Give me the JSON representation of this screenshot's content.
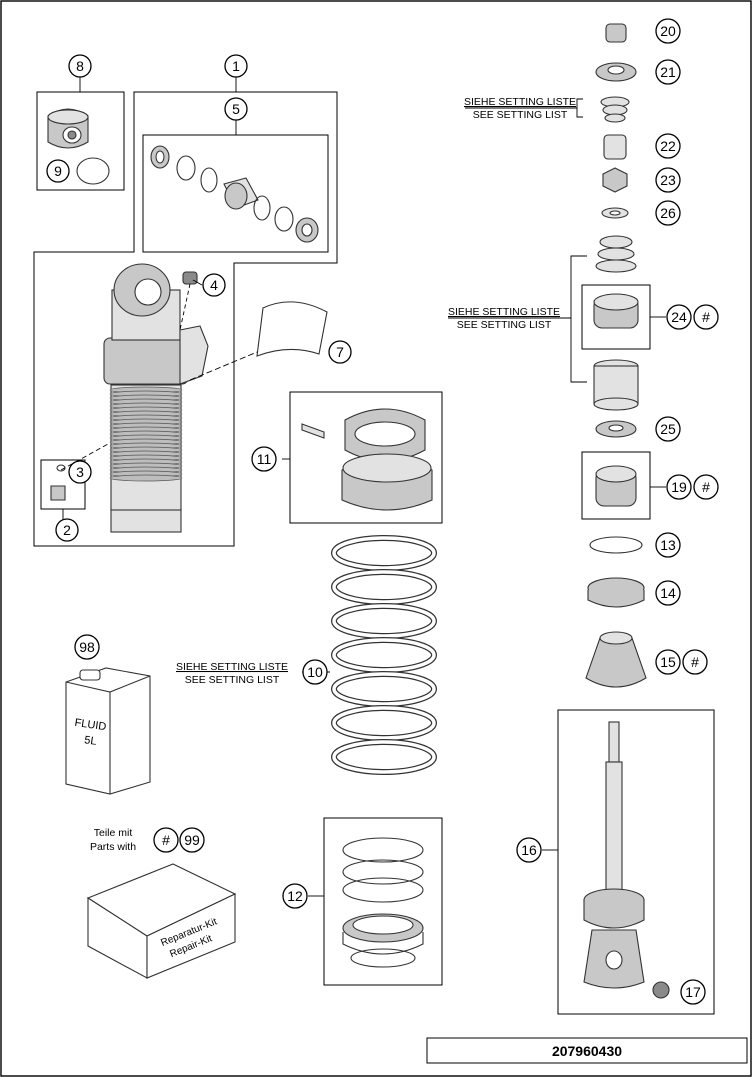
{
  "diagram": {
    "drawing_number": "207960430",
    "callouts": [
      {
        "label": "1"
      },
      {
        "label": "2"
      },
      {
        "label": "3"
      },
      {
        "label": "4"
      },
      {
        "label": "5"
      },
      {
        "label": "7"
      },
      {
        "label": "8"
      },
      {
        "label": "9"
      },
      {
        "label": "10"
      },
      {
        "label": "11"
      },
      {
        "label": "12"
      },
      {
        "label": "13"
      },
      {
        "label": "14"
      },
      {
        "label": "15"
      },
      {
        "label": "16"
      },
      {
        "label": "17"
      },
      {
        "label": "19"
      },
      {
        "label": "20"
      },
      {
        "label": "21"
      },
      {
        "label": "22"
      },
      {
        "label": "23"
      },
      {
        "label": "24"
      },
      {
        "label": "25"
      },
      {
        "label": "26"
      },
      {
        "label": "98"
      },
      {
        "label": "99"
      }
    ],
    "hash_symbol": "#",
    "setting_note": {
      "de": "SIEHE SETTING LISTE",
      "en": "SEE SETTING LIST"
    },
    "parts_note": {
      "de": "Teile mit",
      "en": "Parts with"
    },
    "fluid_can": {
      "line1": "FLUID",
      "line2": "5L"
    },
    "kit_box": {
      "line1": "Reparatur-Kit",
      "line2": "Repair-Kit"
    }
  }
}
